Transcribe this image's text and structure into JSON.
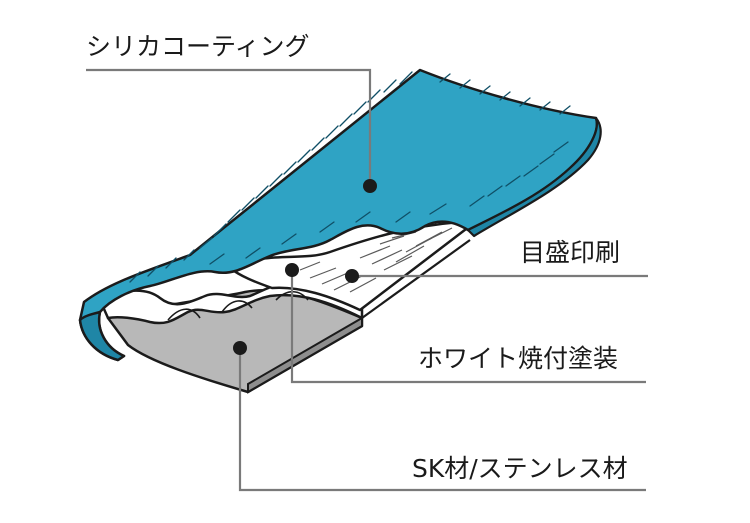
{
  "labels": {
    "silica_coating": "シリカコーティング",
    "scale_printing": "目盛印刷",
    "white_baked_coating": "ホワイト焼付塗装",
    "base_material": "SK材/ステンレス材"
  },
  "colors": {
    "coating": "#2fa3c4",
    "coating_dark": "#1a6f8c",
    "white_layer": "#ffffff",
    "steel": "#b5b5b5",
    "steel_dark": "#8e8e8e",
    "leader": "#7a7a7a",
    "outline": "#1b1b1b"
  }
}
